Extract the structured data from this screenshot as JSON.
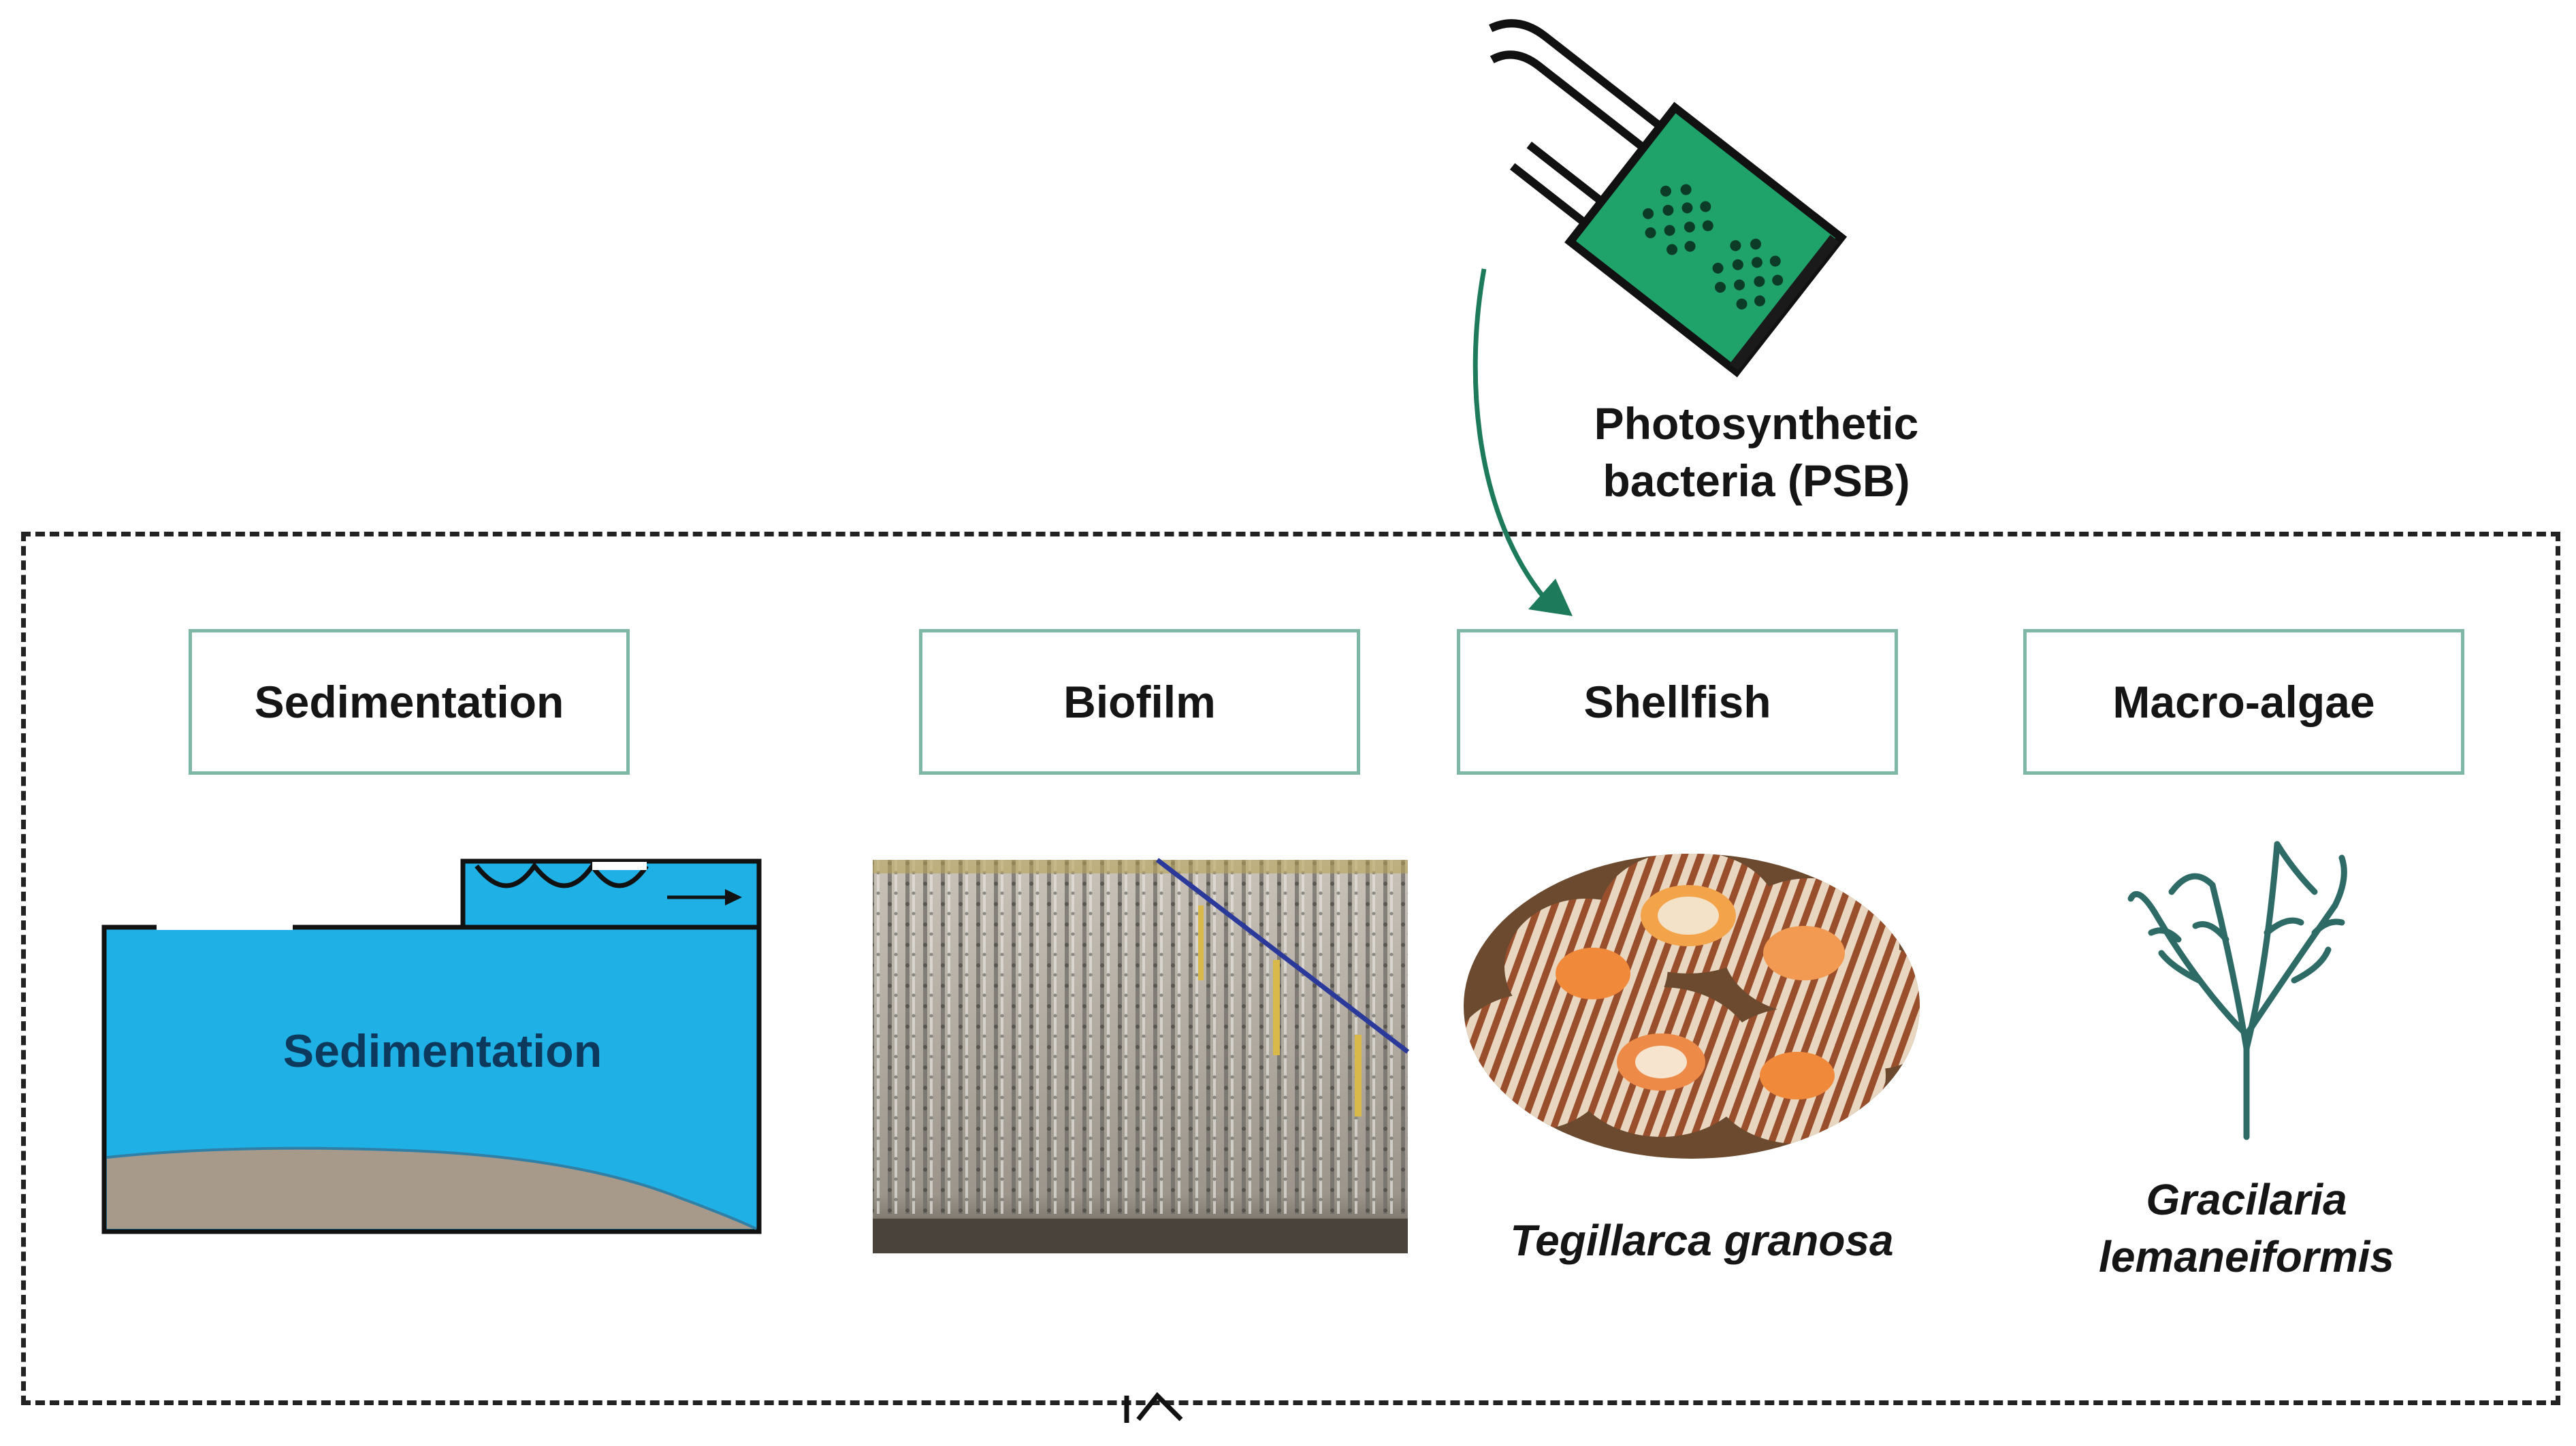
{
  "psb": {
    "label_line1": "Photosynthetic",
    "label_line2": "bacteria (PSB)",
    "bottle_color": "#1fa36b",
    "arrow_color": "#1d7a5a"
  },
  "categories": [
    {
      "key": "sedimentation",
      "label": "Sedimentation"
    },
    {
      "key": "biofilm",
      "label": "Biofilm"
    },
    {
      "key": "shellfish",
      "label": "Shellfish"
    },
    {
      "key": "macroalgae",
      "label": "Macro-algae"
    }
  ],
  "sedimentation_diagram": {
    "inner_label": "Sedimentation",
    "water_color": "#1fb0e6",
    "sediment_color": "#a79a8b"
  },
  "shellfish": {
    "species": "Tegillarca granosa"
  },
  "macroalgae": {
    "species_line1": "Gracilaria",
    "species_line2": "lemaneiformis",
    "plant_color": "#2f6b66"
  },
  "colors": {
    "box_border": "#7eb7a6",
    "frame": "#222222"
  }
}
